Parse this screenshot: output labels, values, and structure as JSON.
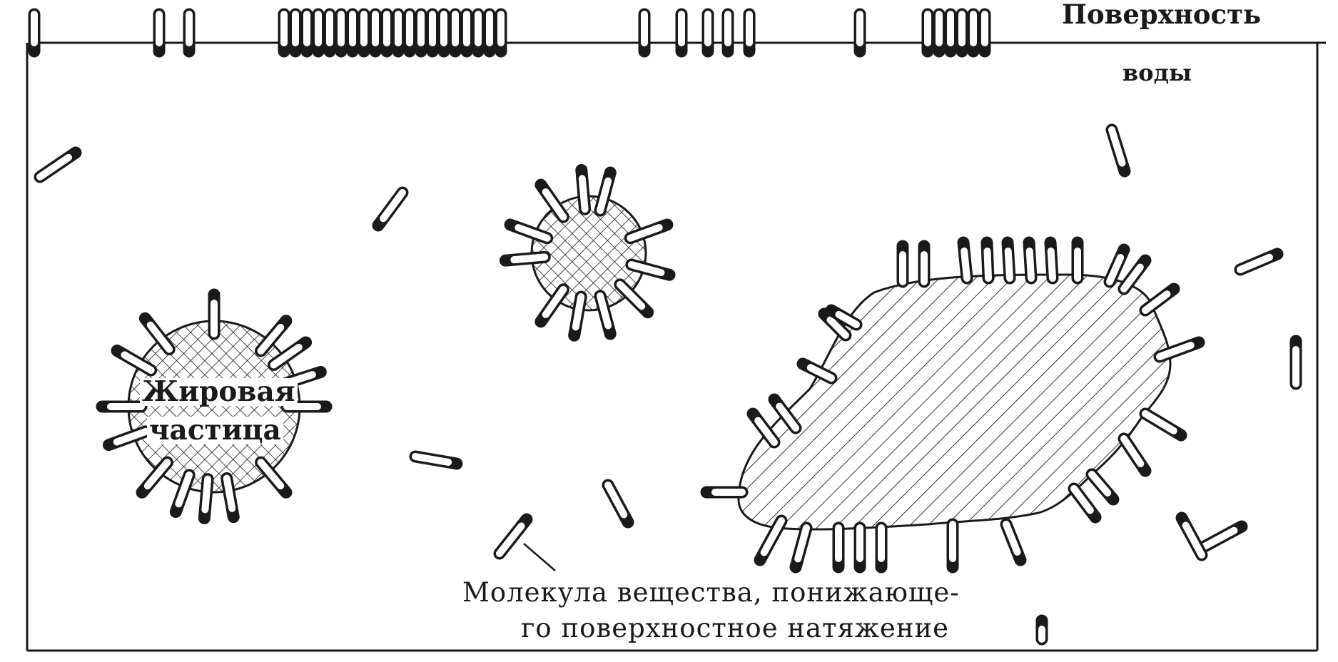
{
  "labels": {
    "surface_line1": "Поверхность",
    "surface_line2": "воды",
    "fat_line1": "Жировая",
    "fat_line2": "частица",
    "molecule_line1": "Молекула  вещества, понижающе-",
    "molecule_line2": "го  поверхностное  натяжение"
  },
  "colors": {
    "ink": "#1a1a1a",
    "background": "#ffffff"
  }
}
